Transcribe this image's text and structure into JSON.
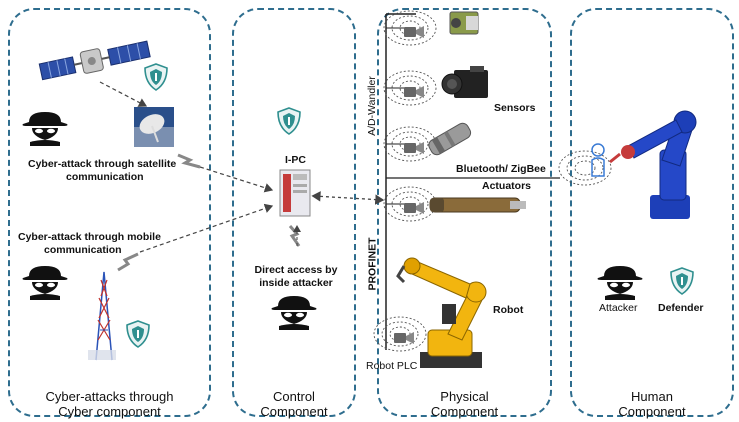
{
  "panels": {
    "cyber": {
      "title_line1": "Cyber-attacks through",
      "title_line2": "Cyber component"
    },
    "control": {
      "title_line1": "Control",
      "title_line2": "Component"
    },
    "physical": {
      "title_line1": "Physical",
      "title_line2": "Component"
    },
    "human": {
      "title_line1": "Human",
      "title_line2": "Component"
    }
  },
  "labels": {
    "satellite_line1": "Cyber-attack through satellite",
    "satellite_line2": "communication",
    "mobile_line1": "Cyber-attack through mobile",
    "mobile_line2": "communication",
    "ipc": "I-PC",
    "direct_line1": "Direct access by",
    "direct_line2": "inside attacker",
    "ad_wandler": "A/D-Wandler",
    "sensors": "Sensors",
    "bluetooth": "Bluetooth/ ZigBee",
    "actuators": "Actuators",
    "profinet": "PROFINET",
    "robot": "Robot",
    "robot_plc": "Robot PLC",
    "attacker": "Attacker",
    "defender": "Defender"
  },
  "colors": {
    "panel_border": "#2e6d8e",
    "robot_yellow": "#f2b50f",
    "robot_blue": "#1d3fb8",
    "shield_teal": "#2f8f8f",
    "attacker_black": "#111111"
  },
  "icons": [
    "satellite-icon",
    "satellite-dish-icon",
    "cell-tower-icon",
    "hacker-icon",
    "shield-icon",
    "pc-icon",
    "lightning-icon",
    "sensor-icon",
    "camera-sensor-icon",
    "actuator-icon",
    "robot-arm-icon",
    "plc-icon"
  ]
}
